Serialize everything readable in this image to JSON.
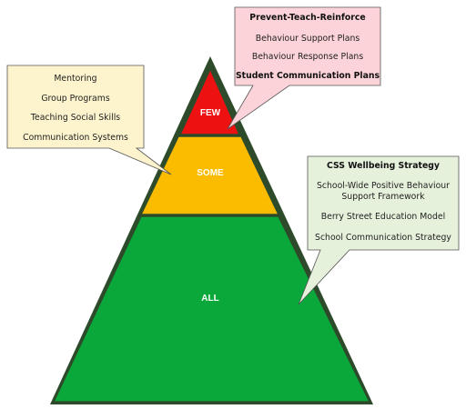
{
  "pyramid": {
    "tiers": [
      {
        "label": "FEW",
        "color": "#ee1111"
      },
      {
        "label": "SOME",
        "color": "#fbbc00"
      },
      {
        "label": "ALL",
        "color": "#0aa83a"
      }
    ],
    "outline_color": "#2d4b2b"
  },
  "callouts": {
    "tier3": {
      "bg_color": "#fbd3d8",
      "items": [
        {
          "text": "Prevent-Teach-Reinforce",
          "bold": true
        },
        {
          "text": "Behaviour Support Plans",
          "bold": false
        },
        {
          "text": "Behaviour Response Plans",
          "bold": false
        },
        {
          "text": "Student Communication Plans",
          "bold": true
        }
      ]
    },
    "tier2": {
      "bg_color": "#fdf3cc",
      "items": [
        {
          "text": "Mentoring",
          "bold": false
        },
        {
          "text": "Group Programs",
          "bold": false
        },
        {
          "text": "Teaching Social Skills",
          "bold": false
        },
        {
          "text": "Communication Systems",
          "bold": false
        }
      ]
    },
    "tier1": {
      "bg_color": "#e6f1dc",
      "items": [
        {
          "text": "CSS Wellbeing Strategy",
          "bold": true
        },
        {
          "text": "School-Wide Positive Behaviour",
          "bold": false
        },
        {
          "text": "Support Framework",
          "bold": false
        },
        {
          "text": "Berry Street Education Model",
          "bold": false
        },
        {
          "text": "School Communication Strategy",
          "bold": false
        }
      ]
    }
  }
}
